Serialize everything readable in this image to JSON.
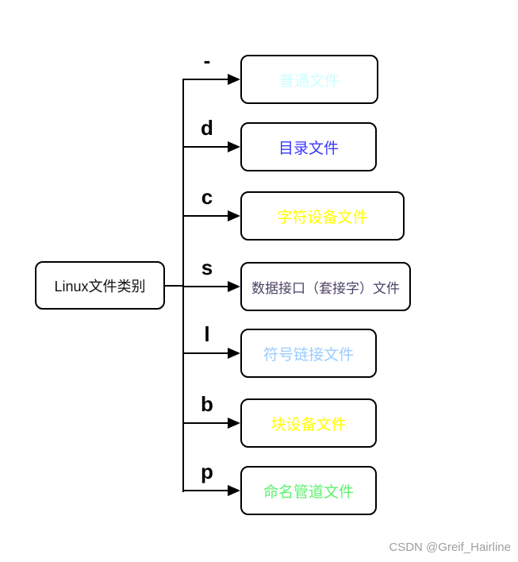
{
  "diagram": {
    "root": {
      "label": "Linux文件类别"
    },
    "branches": [
      {
        "letter": "-",
        "label": "普通文件",
        "color": "#ccffff"
      },
      {
        "letter": "d",
        "label": "目录文件",
        "color": "#3636ff"
      },
      {
        "letter": "c",
        "label": "字符设备文件",
        "color": "#ffff00"
      },
      {
        "letter": "s",
        "label": "数据接口（套接字）文件",
        "color": "#4d4266"
      },
      {
        "letter": "l",
        "label": "符号链接文件",
        "color": "#99ccff"
      },
      {
        "letter": "b",
        "label": "块设备文件",
        "color": "#ffff00"
      },
      {
        "letter": "p",
        "label": "命名管道文件",
        "color": "#5ef26e"
      }
    ]
  },
  "watermark": {
    "text": "CSDN @Greif_Hairline",
    "color": "#9e9e9e"
  }
}
